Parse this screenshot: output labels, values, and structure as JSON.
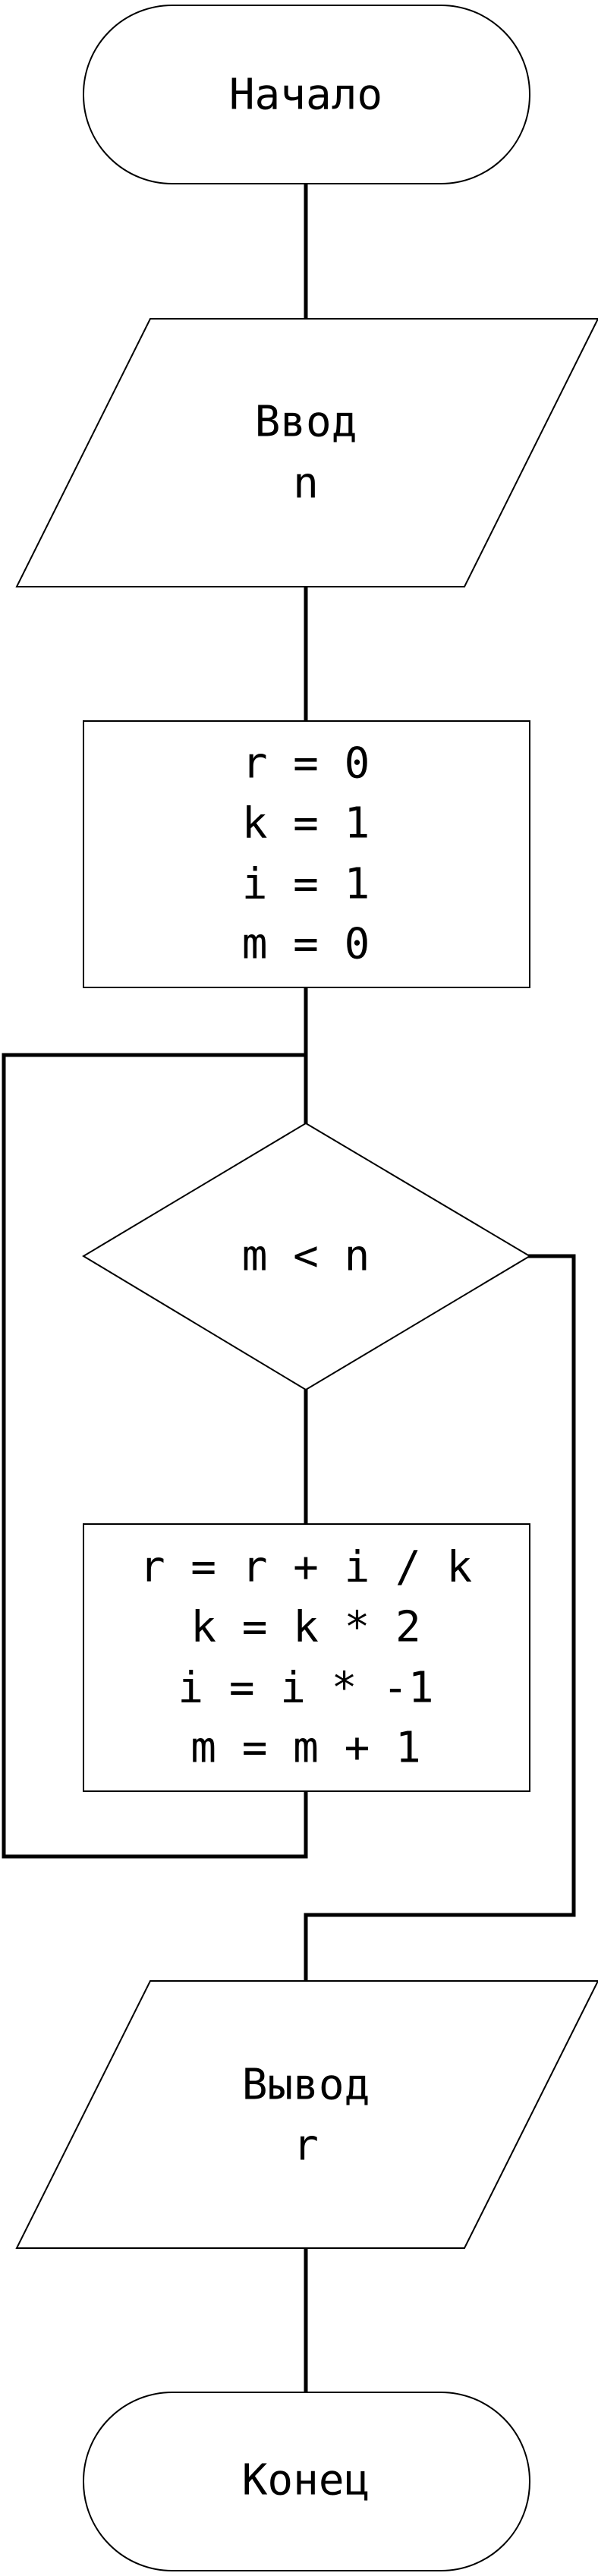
{
  "diagram": {
    "start": {
      "lines": [
        "Начало"
      ]
    },
    "input": {
      "lines": [
        "Ввод",
        "n"
      ]
    },
    "init": {
      "lines": [
        "r = 0",
        "k = 1",
        "i = 1",
        "m = 0"
      ]
    },
    "condition": {
      "lines": [
        "m < n"
      ]
    },
    "body": {
      "lines": [
        "r = r + i / k",
        "k = k * 2",
        "i = i * -1",
        "m = m + 1"
      ]
    },
    "output": {
      "lines": [
        "Вывод",
        "r"
      ]
    },
    "end": {
      "lines": [
        "Конец"
      ]
    }
  }
}
